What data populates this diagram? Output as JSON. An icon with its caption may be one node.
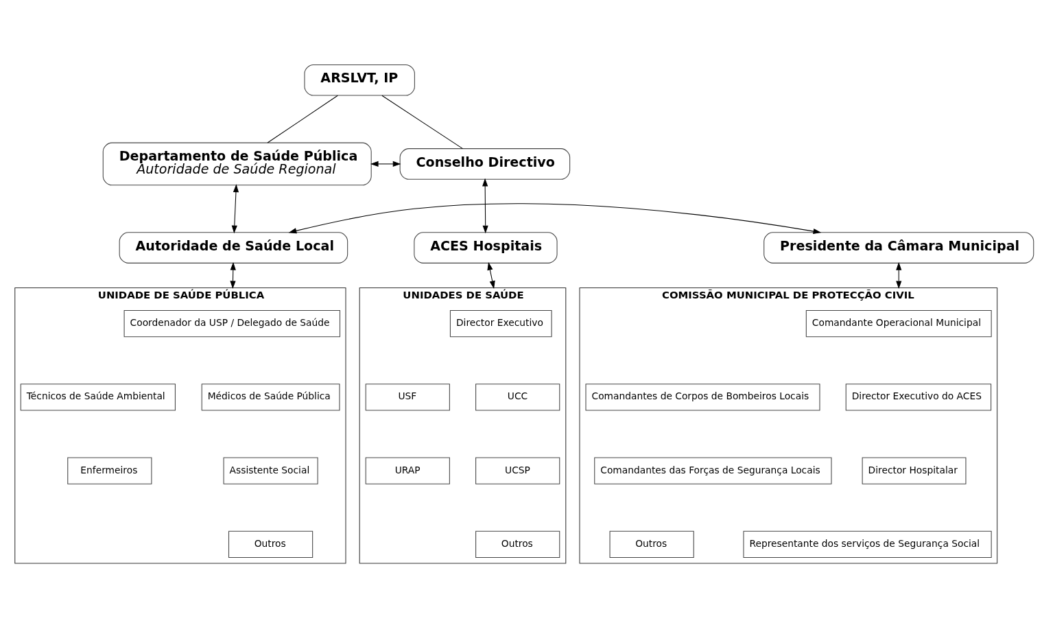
{
  "diagram": {
    "nodes": [
      {
        "text": [
          "ARSLVT, IP"
        ]
      },
      {
        "text": [
          "Departamento de Saúde Pública",
          "Autoridade de Saúde Regional"
        ]
      },
      {
        "text": [
          "Conselho Directivo"
        ]
      },
      {
        "text": [
          "Autoridade de Saúde Local"
        ]
      },
      {
        "text": [
          "Presidente da Câmara Municipal"
        ]
      },
      {
        "text": [
          "ACES Hospitais"
        ]
      },
      {
        "text": [
          "UNIDADE DE SAÚDE PÚBLICA"
        ]
      },
      {
        "text": [
          "Coordenador da USP / Delegado de Saúde"
        ],
        "in": 6
      },
      {
        "text": [
          "Médicos de Saúde Pública"
        ],
        "in": 6
      },
      {
        "text": [
          "Técnicos de Saúde Ambiental"
        ],
        "in": 6
      },
      {
        "text": [
          "Assistente Social"
        ],
        "in": 6
      },
      {
        "text": [
          "Enfermeiros"
        ],
        "in": 6
      },
      {
        "text": [
          "Outros"
        ],
        "in": 6
      },
      {
        "text": [
          "COMISSÃO MUNICIPAL DE PROTECÇÃO CIVIL"
        ]
      },
      {
        "text": [
          "Comandante Operacional Municipal"
        ],
        "in": 13
      },
      {
        "text": [
          "Director Executivo do ACES"
        ],
        "in": 13
      },
      {
        "text": [
          "Comandantes de Corpos de Bombeiros Locais"
        ],
        "in": 13
      },
      {
        "text": [
          "Director Hospitalar"
        ],
        "in": 13
      },
      {
        "text": [
          "Comandantes das Forças de Segurança Locais"
        ],
        "in": 13
      },
      {
        "text": [
          "Representante dos serviços de Segurança Social"
        ],
        "in": 13
      },
      {
        "text": [
          "Outros"
        ],
        "in": 13
      },
      {
        "text": [
          "UNIDADES DE SAÚDE"
        ]
      },
      {
        "text": [
          "Director Executivo"
        ],
        "in": 21
      },
      {
        "text": [
          "UCC"
        ],
        "in": 21
      },
      {
        "text": [
          "USF"
        ],
        "in": 21
      },
      {
        "text": [
          "UCSP"
        ],
        "in": 21
      },
      {
        "text": [
          "URAP"
        ],
        "in": 21
      },
      {
        "text": [
          "Outros"
        ],
        "in": 21
      }
    ],
    "edges": [
      {
        "from": 0,
        "to": 1,
        "arrow": "none"
      },
      {
        "from": 0,
        "to": 2,
        "arrow": "none"
      },
      {
        "from": 1,
        "to": 2,
        "arrow": "both"
      },
      {
        "from": 1,
        "to": 3,
        "arrow": "both"
      },
      {
        "from": 2,
        "to": 5,
        "arrow": "both"
      },
      {
        "from": 3,
        "to": 4,
        "arrow": "both"
      },
      {
        "from": 3,
        "to": 6,
        "arrow": "both"
      },
      {
        "from": 4,
        "to": 13,
        "arrow": "both"
      },
      {
        "from": 5,
        "to": 21,
        "arrow": "both"
      }
    ]
  }
}
